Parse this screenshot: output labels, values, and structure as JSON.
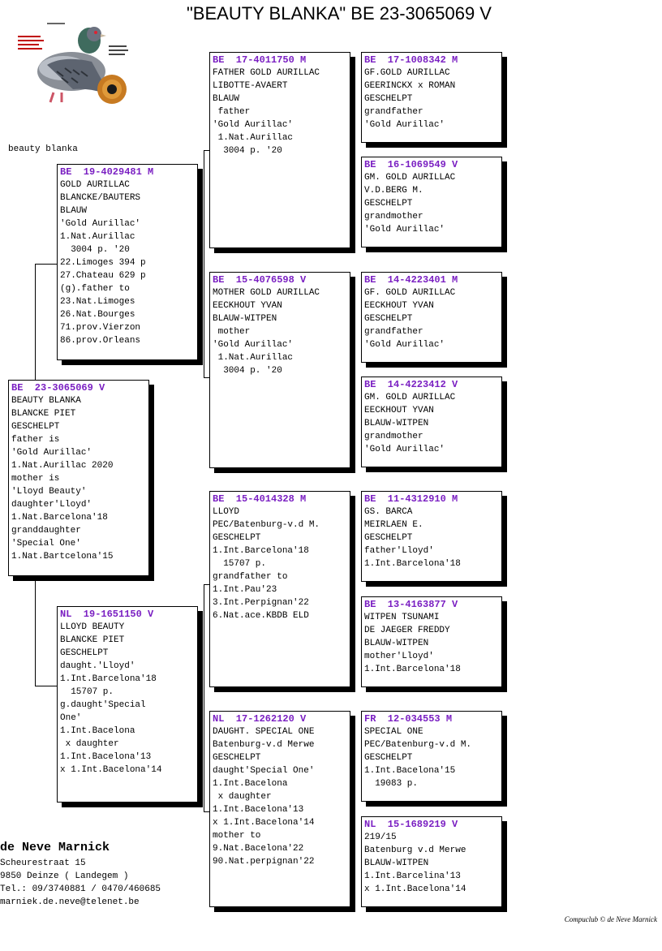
{
  "title": "\"BEAUTY BLANKA\"  BE  23-3065069 V",
  "caption": "beauty blanka",
  "nodes": {
    "subject": {
      "ring": "BE  23-3065069 V",
      "lines": [
        "BEAUTY BLANKA",
        "BLANCKE PIET",
        "GESCHELPT",
        "father is",
        "'Gold Aurillac'",
        "1.Nat.Aurillac 2020",
        "mother is",
        "'Lloyd Beauty'",
        "daughter'Lloyd'",
        "1.Nat.Barcelona'18",
        "granddaughter",
        "'Special One'",
        "1.Nat.Bartcelona'15"
      ]
    },
    "sire": {
      "ring": "BE  19-4029481 M",
      "lines": [
        "GOLD AURILLAC",
        "BLANCKE/BAUTERS",
        "BLAUW",
        "'Gold Aurillac'",
        "1.Nat.Aurillac",
        "  3004 p. '20",
        "22.Limoges 394 p",
        "27.Chateau 629 p",
        "(g).father to",
        "23.Nat.Limoges",
        "26.Nat.Bourges",
        "71.prov.Vierzon",
        "86.prov.Orleans"
      ]
    },
    "dam": {
      "ring": "NL  19-1651150 V",
      "lines": [
        "LLOYD BEAUTY",
        "BLANCKE PIET",
        "GESCHELPT",
        "daught.'Lloyd'",
        "1.Int.Barcelona'18",
        "  15707 p.",
        "g.daught'Special",
        "One'",
        "1.Int.Bacelona",
        " x daughter",
        "1.Int.Bacelona'13",
        "x 1.Int.Bacelona'14"
      ]
    },
    "ss": {
      "ring": "BE  17-4011750 M",
      "lines": [
        "FATHER GOLD AURILLAC",
        "LIBOTTE-AVAERT",
        "BLAUW",
        " father",
        "'Gold Aurillac'",
        " 1.Nat.Aurillac",
        "  3004 p. '20"
      ]
    },
    "sd": {
      "ring": "BE  15-4076598 V",
      "lines": [
        "MOTHER GOLD AURILLAC",
        "EECKHOUT YVAN",
        "BLAUW-WITPEN",
        " mother",
        "'Gold Aurillac'",
        " 1.Nat.Aurillac",
        "  3004 p. '20"
      ]
    },
    "ds": {
      "ring": "BE  15-4014328 M",
      "lines": [
        "LLOYD",
        "PEC/Batenburg-v.d M.",
        "GESCHELPT",
        "1.Int.Barcelona'18",
        "  15707 p.",
        "grandfather to",
        "1.Int.Pau'23",
        "3.Int.Perpignan'22",
        "6.Nat.ace.KBDB ELD"
      ]
    },
    "dd": {
      "ring": "NL  17-1262120 V",
      "lines": [
        "DAUGHT. SPECIAL ONE",
        "Batenburg-v.d Merwe",
        "GESCHELPT",
        "daught'Special One'",
        "1.Int.Bacelona",
        " x daughter",
        "1.Int.Bacelona'13",
        "x 1.Int.Bacelona'14",
        "mother to",
        "9.Nat.Bacelona'22",
        "90.Nat.perpignan'22"
      ]
    },
    "sss": {
      "ring": "BE  17-1008342 M",
      "lines": [
        "GF.GOLD AURILLAC",
        "GEERINCKX x ROMAN",
        "GESCHELPT",
        "grandfather",
        "'Gold Aurillac'"
      ]
    },
    "ssd": {
      "ring": "BE  16-1069549 V",
      "lines": [
        "GM. GOLD AURILLAC",
        "V.D.BERG M.",
        "GESCHELPT",
        "grandmother",
        "'Gold Aurillac'"
      ]
    },
    "sds": {
      "ring": "BE  14-4223401 M",
      "lines": [
        "GF. GOLD AURILLAC",
        "EECKHOUT YVAN",
        "GESCHELPT",
        "grandfather",
        "'Gold Aurillac'"
      ]
    },
    "sdd": {
      "ring": "BE  14-4223412 V",
      "lines": [
        "GM. GOLD AURILLAC",
        "EECKHOUT YVAN",
        "BLAUW-WITPEN",
        "grandmother",
        "'Gold Aurillac'"
      ]
    },
    "dss": {
      "ring": "BE  11-4312910 M",
      "lines": [
        "GS. BARCA",
        "MEIRLAEN E.",
        "GESCHELPT",
        "father'Lloyd'",
        "1.Int.Barcelona'18"
      ]
    },
    "dsd": {
      "ring": "BE  13-4163877 V",
      "lines": [
        "WITPEN TSUNAMI",
        "DE JAEGER FREDDY",
        "BLAUW-WITPEN",
        "mother'Lloyd'",
        "1.Int.Barcelona'18"
      ]
    },
    "dds": {
      "ring": "FR  12-034553 M",
      "lines": [
        "SPECIAL ONE",
        "PEC/Batenburg-v.d M.",
        "GESCHELPT",
        "1.Int.Bacelona'15",
        "  19083 p."
      ]
    },
    "ddd": {
      "ring": "NL  15-1689219 V",
      "lines": [
        "219/15",
        "Batenburg v.d Merwe",
        "BLAUW-WITPEN",
        "1.Int.Barcelina'13",
        "x 1.Int.Bacelona'14"
      ]
    }
  },
  "owner": {
    "name": "de Neve Marnick",
    "street": "Scheurestraat 15",
    "city": "9850  Deinze ( Landegem )",
    "phone": "Tel.: 09/3740881 / 0470/460685",
    "email": "marniek.de.neve@telenet.be"
  },
  "credit": "Compuclub © de Neve Marnick",
  "colors": {
    "ring": "#7a1fc2",
    "shadow": "#000000"
  }
}
